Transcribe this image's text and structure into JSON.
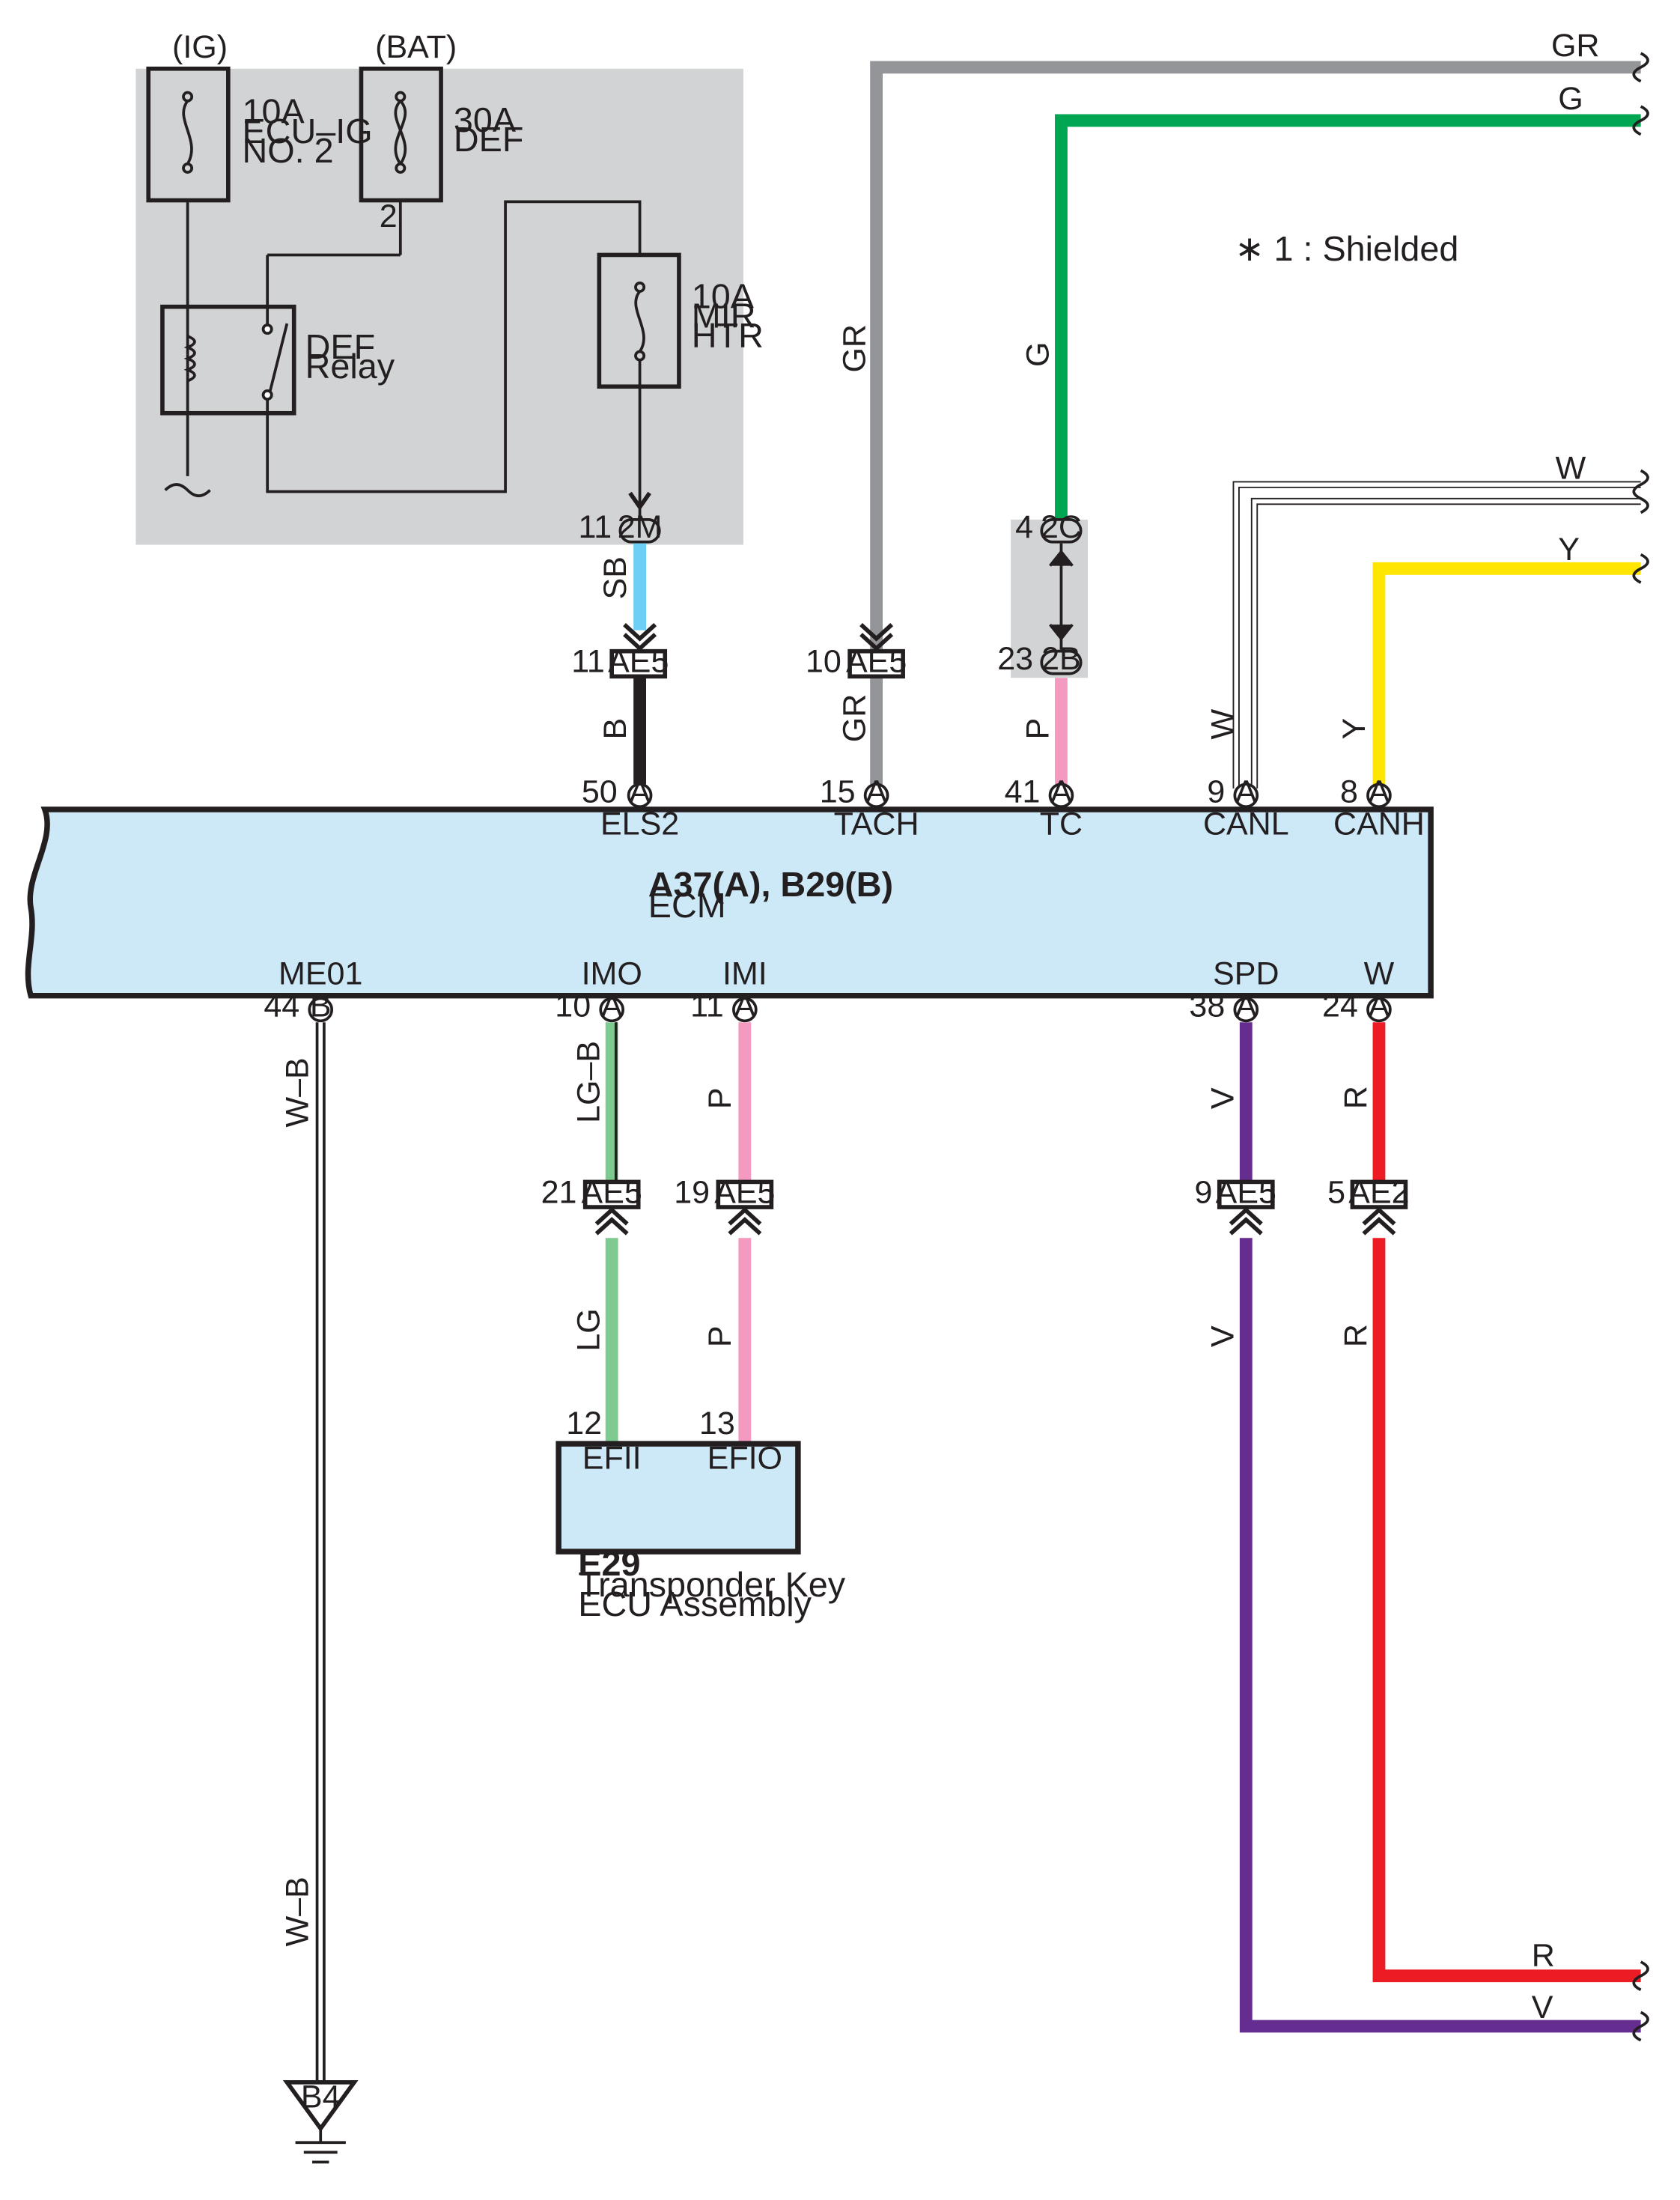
{
  "colors": {
    "GR": "#939598",
    "G": "#00a651",
    "SB": "#6dcff6",
    "B": "#231f20",
    "P": "#f49ac1",
    "W": "#ffffff",
    "Y": "#ffe600",
    "LG": "#7fca8f",
    "V": "#662d91",
    "R": "#ed1c24",
    "ecm_fill": "#cde9f8",
    "panel_fill": "#d1d3d4"
  },
  "power": {
    "ig": "(IG)",
    "bat": "(BAT)",
    "fuse1": [
      "10A",
      "ECU–IG",
      "NO. 2"
    ],
    "fuse2": [
      "30A",
      "DEF"
    ],
    "fuse2_pin": "2",
    "relay": [
      "DEF",
      "Relay"
    ],
    "fuse3": [
      "10A",
      "MIR",
      "HTR"
    ],
    "conn_2m": {
      "pin": "11",
      "id": "2M"
    }
  },
  "note": "∗ 1 : Shielded",
  "top_wires": [
    {
      "code": "GR"
    },
    {
      "code": "G"
    },
    {
      "code": "W"
    },
    {
      "code": "Y"
    }
  ],
  "inline": {
    "sb": "SB",
    "b": "B",
    "gr": "GR",
    "p": "P",
    "g": "G",
    "w": "W",
    "y": "Y",
    "ae5_11": {
      "pin": "11",
      "id": "AE5"
    },
    "ae5_10": {
      "pin": "10",
      "id": "AE5"
    },
    "c2c": {
      "pin": "4",
      "id": "2C"
    },
    "c2b": {
      "pin": "23",
      "id": "2B"
    }
  },
  "ecm": {
    "title": "A37(A), B29(B)",
    "name": "ECM",
    "top_pins": [
      {
        "num": "50",
        "conn": "A",
        "name": "ELS2"
      },
      {
        "num": "15",
        "conn": "A",
        "name": "TACH"
      },
      {
        "num": "41",
        "conn": "A",
        "name": "TC"
      },
      {
        "num": "9",
        "conn": "A",
        "name": "CANL"
      },
      {
        "num": "8",
        "conn": "A",
        "name": "CANH"
      }
    ],
    "bottom_pins": [
      {
        "num": "44",
        "conn": "B",
        "name": "ME01"
      },
      {
        "num": "10",
        "conn": "A",
        "name": "IMO"
      },
      {
        "num": "11",
        "conn": "A",
        "name": "IMI"
      },
      {
        "num": "38",
        "conn": "A",
        "name": "SPD"
      },
      {
        "num": "24",
        "conn": "A",
        "name": "W"
      }
    ]
  },
  "lower": {
    "wb": "W–B",
    "lgb": "LG–B",
    "lg": "LG",
    "p": "P",
    "v": "V",
    "r": "R",
    "ae5_21": {
      "pin": "21",
      "id": "AE5"
    },
    "ae5_19": {
      "pin": "19",
      "id": "AE5"
    },
    "ae5_9": {
      "pin": "9",
      "id": "AE5"
    },
    "ae2_5": {
      "pin": "5",
      "id": "AE2"
    },
    "ground": "B4"
  },
  "transponder": {
    "pin_efii": "12",
    "pin_efio": "13",
    "efii": "EFII",
    "efio": "EFIO",
    "code": "E29",
    "name1": "Transponder Key",
    "name2": "ECU Assembly"
  },
  "bottom_wires": [
    {
      "code": "R"
    },
    {
      "code": "V"
    }
  ]
}
